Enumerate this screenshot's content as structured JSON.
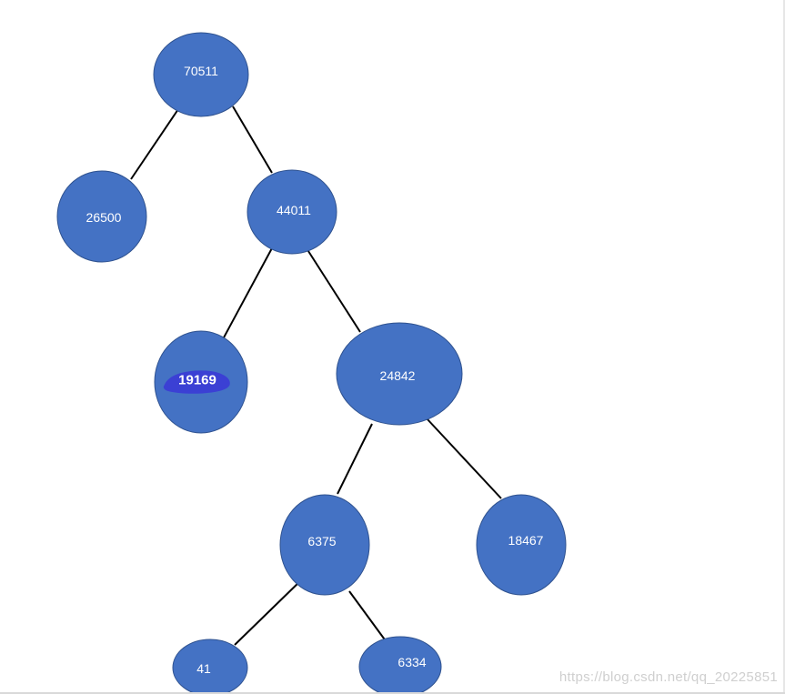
{
  "colors": {
    "node_fill": "#4472c4",
    "node_stroke": "#2f528f",
    "node_text": "#ffffff",
    "edge": "#000000",
    "highlight": "#3b3bd6",
    "watermark": "#cfcfcf"
  },
  "tree": {
    "nodes": [
      {
        "id": "n70511",
        "label": "70511"
      },
      {
        "id": "n26500",
        "label": "26500"
      },
      {
        "id": "n44011",
        "label": "44011"
      },
      {
        "id": "n19169",
        "label": "19169",
        "highlighted": true
      },
      {
        "id": "n24842",
        "label": "24842"
      },
      {
        "id": "n6375",
        "label": "6375"
      },
      {
        "id": "n18467",
        "label": "18467"
      },
      {
        "id": "n41",
        "label": "41"
      },
      {
        "id": "n6334",
        "label": "6334"
      }
    ],
    "edges": [
      [
        "n70511",
        "n26500"
      ],
      [
        "n70511",
        "n44011"
      ],
      [
        "n44011",
        "n19169"
      ],
      [
        "n44011",
        "n24842"
      ],
      [
        "n24842",
        "n6375"
      ],
      [
        "n24842",
        "n18467"
      ],
      [
        "n6375",
        "n41"
      ],
      [
        "n6375",
        "n6334"
      ]
    ]
  },
  "watermark": "https://blog.csdn.net/qq_20225851"
}
